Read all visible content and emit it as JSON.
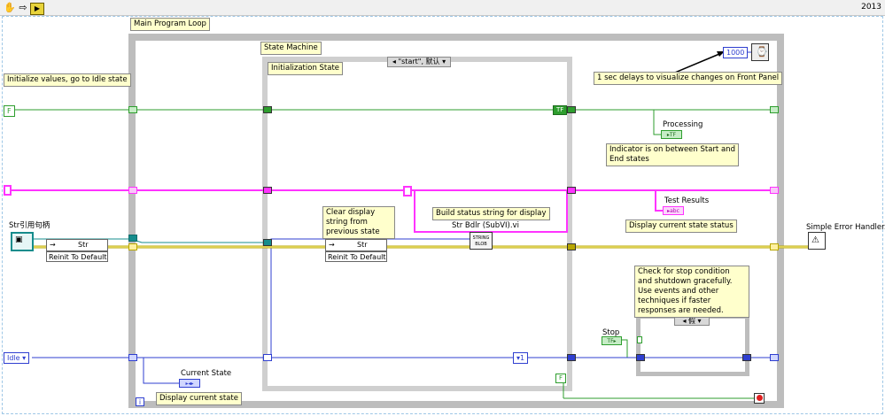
{
  "toolbar": {
    "version": "2013"
  },
  "main_loop": {
    "label": "Main Program Loop"
  },
  "state_machine": {
    "label": "State Machine",
    "case_label": "Initialization State",
    "selector": "\"start\", 默认"
  },
  "labels": {
    "initialize": "Initialize values, go to Idle state",
    "delay_note": "1 sec delays to visualize changes on Front Panel",
    "indicator_note": "Indicator is on between Start and End states",
    "clear_display": "Clear display string from previous state",
    "build_status": "Build status string for display",
    "display_status": "Display current state status",
    "stop_check": "Check for stop condition and shutdown gracefully. Use events and other techniques if faster responses are needed.",
    "display_current": "Display current state"
  },
  "terminals": {
    "processing": "Processing",
    "test_results": "Test Results",
    "current_state": "Current State",
    "stop": "Stop",
    "str_ref": "Str引用句柄",
    "error_handler": "Simple Error Handler.vi",
    "str_bdlr": "Str Bdlr (SubVI).vi"
  },
  "nodes": {
    "reinit_left": "Reinit To Default",
    "reinit_right": "Reinit To Default",
    "str_left": "Str",
    "str_right": "Str",
    "string_blob": "STRING BLOB"
  },
  "constants": {
    "wait_ms": "1000",
    "idle": "Idle",
    "false_left": "F",
    "false_case": "F",
    "true_sr": "TF",
    "one": "1",
    "case_false": "假",
    "iteration": "i"
  },
  "colors": {
    "boolean_wire": "#2e9e2e",
    "string_wire": "#ff33ff",
    "enum_wire": "#2f3fd0",
    "error_wire": "#b8a600",
    "refnum_wire": "#158c8c",
    "structure_border": "#bdbdbd"
  }
}
